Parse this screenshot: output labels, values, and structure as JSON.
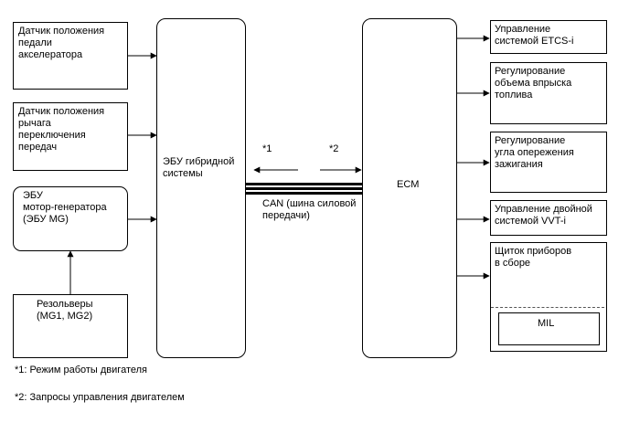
{
  "inputs": {
    "accel_sensor": "Датчик положения\nпедали\nакселератора",
    "shift_sensor": "Датчик положения\nрычага\nпереключения\nпередач",
    "mg_ecu": "ЭБУ\nмотор-генератора\n(ЭБУ MG)",
    "resolvers": "Резольверы\n(MG1, MG2)"
  },
  "hybrid_ecu": "ЭБУ гибридной\nсистемы",
  "ecm": "ECM",
  "can_label": "CAN (шина силовой\nпередачи)",
  "marker_1": "*1",
  "marker_2": "*2",
  "outputs": {
    "etcs": "Управление\nсистемой ETCS-i",
    "fuel": "Регулирование\nобъема впрыска\nтоплива",
    "ignition": "Регулирование\nугла опережения\nзажигания",
    "vvt": "Управление двойной\nсистемой VVT-i",
    "cluster": "Щиток приборов\nв сборе",
    "mil": "MIL"
  },
  "notes": {
    "note_1": "*1: Режим работы двигателя",
    "note_2": "*2: Запросы управления двигателем"
  }
}
